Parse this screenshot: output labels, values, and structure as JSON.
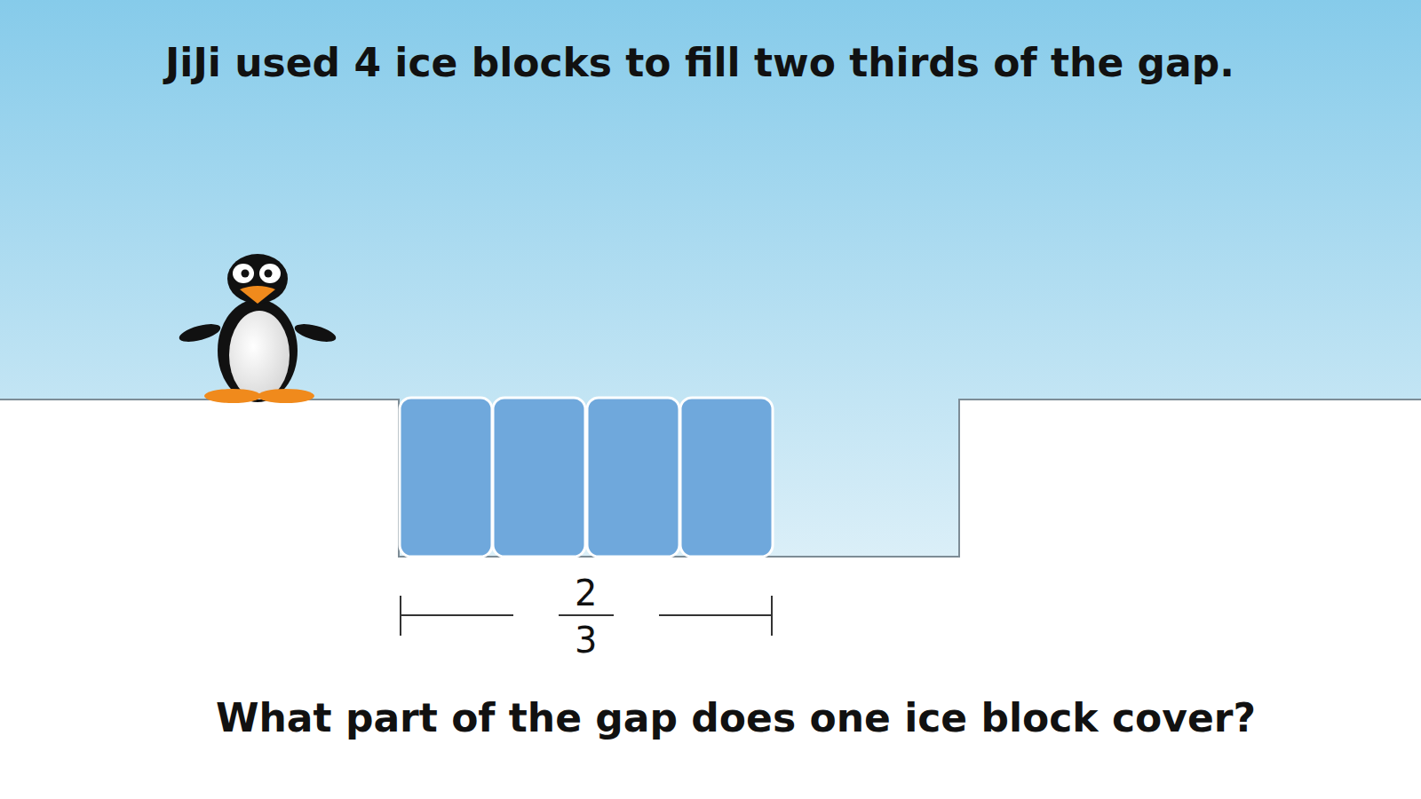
{
  "diagram": {
    "title": "JiJi used 4 ice blocks to fill two thirds of the gap.",
    "caption": "What part of the gap does one ice block cover?",
    "labels": [
      "2",
      "3"
    ]
  }
}
